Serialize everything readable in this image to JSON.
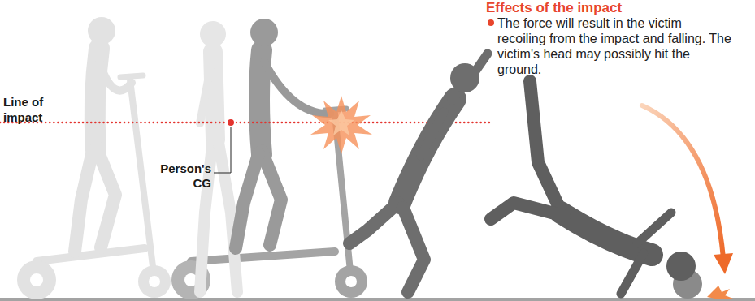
{
  "diagram": {
    "title": "Effects of the impact",
    "labels": [
      "Line of impact",
      "Person's CG",
      "The force will result in the victim recoiling from the impact and falling. The victim's head may possibly hit the ground."
    ]
  }
}
